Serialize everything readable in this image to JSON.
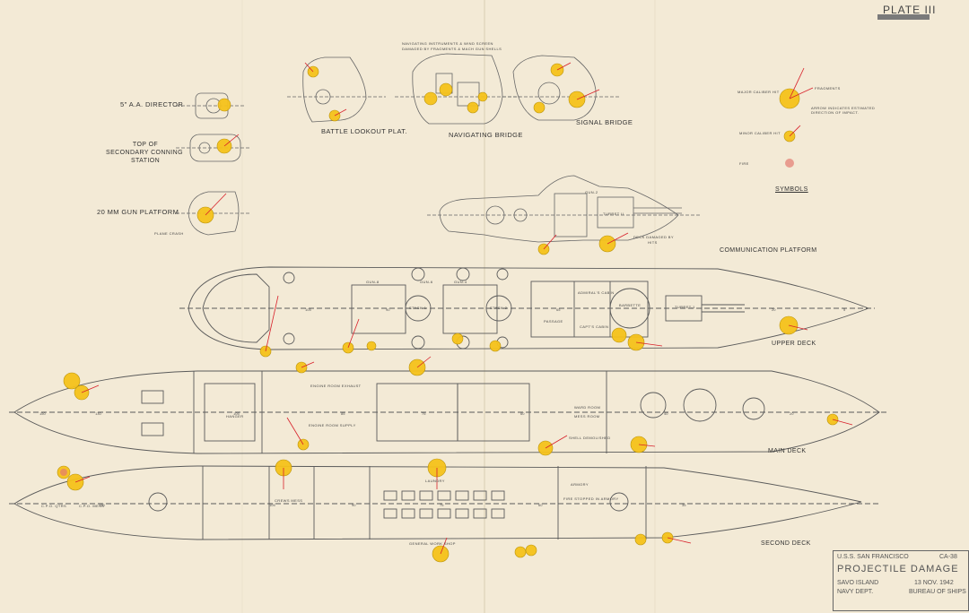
{
  "plate": "PLATE III",
  "labels": {
    "aa_director": "5\" A.A. DIRECTOR",
    "top_of": "TOP OF",
    "secondary_conning": "SECONDARY CONNING",
    "station": "STATION",
    "gun_platform": "20 MM GUN PLATFORM",
    "battle_lookout": "BATTLE LOOKOUT PLAT.",
    "navigating_bridge": "NAVIGATING BRIDGE",
    "signal_bridge": "SIGNAL BRIDGE",
    "communication_platform": "COMMUNICATION PLATFORM",
    "upper_deck": "UPPER DECK",
    "main_deck": "MAIN DECK",
    "second_deck": "SECOND DECK"
  },
  "annotations": {
    "nav_line1": "NAVIGATING INSTRUMENTS & WIND SCREEN",
    "nav_line2": "DAMAGED BY FRAGMENTS & MACH GUN SHELLS",
    "deck_damaged": "DECK DAMAGED BY",
    "hits": "HITS",
    "fire_stopped": "FIRE STOPPED IN ARMORY",
    "shell_demolished": "SHELL DEMOLISHED",
    "flare_crash": "PLANE CRASH"
  },
  "compartments": {
    "hanger": "HANGER",
    "engine_room_exhaust": "ENGINE ROOM EXHAUST",
    "engine_room_supply": "ENGINE ROOM SUPPLY",
    "ward_room": "WARD ROOM",
    "mess_room": "MESS ROOM",
    "crews_mess": "CREWS MESS",
    "laundry": "LAUNDRY",
    "general_work_shop": "GENERAL WORK SHOP",
    "armory": "ARMORY",
    "cpo_qtrs": "C.P.O. QTRS",
    "cpo_mess": "C.P.O. MESS",
    "barbette": "BARBETTE",
    "passage": "PASSAGE",
    "admirals_cabin": "ADMIRAL'S CABIN",
    "captains_cabin": "CAPT'S CABIN",
    "turret1": "TURRET-1",
    "turret2": "TURRET II",
    "stack1": "STACK-1",
    "stack2": "STACK-2",
    "gun4": "GUN-4",
    "gun6": "GUN-6",
    "gun8": "GUN-8",
    "gun2": "GUN-2"
  },
  "legend": {
    "major_caliber": "MAJOR CALIBER HIT",
    "minor_caliber": "MINOR CALIBER HIT",
    "fragments": "FRAGMENTS",
    "arrow_note": "ARROW INDICATES ESTIMATED DIRECTION OF IMPACT.",
    "fire": "FIRE",
    "symbols": "SYMBOLS"
  },
  "title_block": {
    "ship": "U.S.S. SAN FRANCISCO",
    "hull": "CA-38",
    "title": "PROJECTILE DAMAGE",
    "location": "SAVO ISLAND",
    "date": "13 NOV. 1942",
    "dept": "NAVY DEPT.",
    "bureau": "BUREAU OF SHIPS"
  },
  "colors": {
    "paper": "#f3ead6",
    "ink": "#5a5a5a",
    "hit_fill": "#f6c21b",
    "red": "#d8202a"
  }
}
